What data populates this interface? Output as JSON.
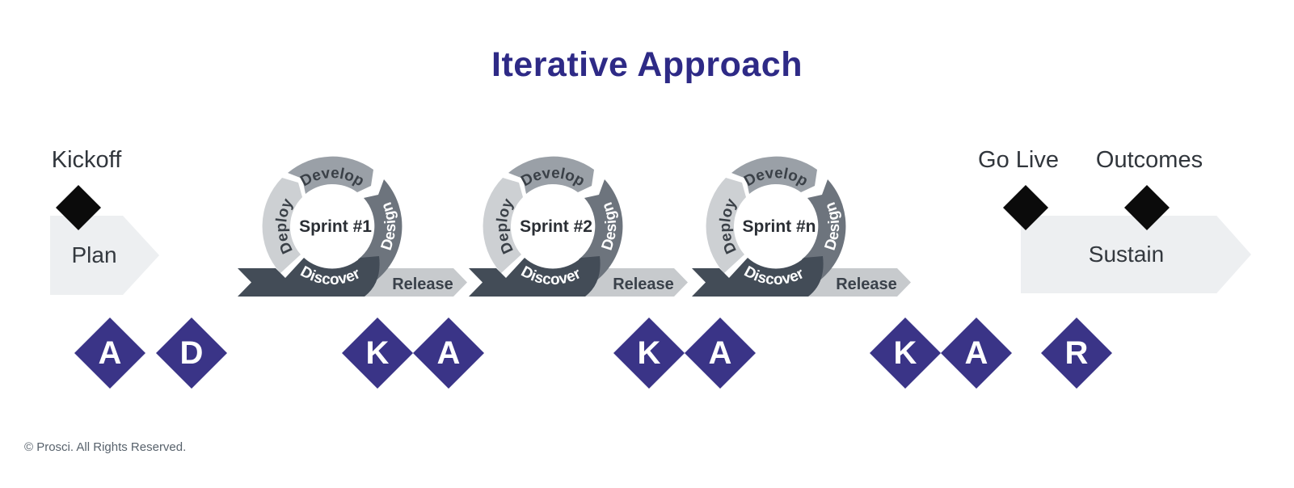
{
  "title": "Iterative Approach",
  "milestones": {
    "kickoff": "Kickoff",
    "go_live": "Go Live",
    "outcomes": "Outcomes"
  },
  "phases": {
    "plan": "Plan",
    "sustain": "Sustain"
  },
  "sprints": [
    {
      "name": "Sprint #1",
      "develop": "Develop",
      "design": "Design",
      "deploy": "Deploy",
      "discover": "Discover",
      "release": "Release"
    },
    {
      "name": "Sprint #2",
      "develop": "Develop",
      "design": "Design",
      "deploy": "Deploy",
      "discover": "Discover",
      "release": "Release"
    },
    {
      "name": "Sprint #n",
      "develop": "Develop",
      "design": "Design",
      "deploy": "Deploy",
      "discover": "Discover",
      "release": "Release"
    }
  ],
  "adkar_letters": [
    "A",
    "D",
    "K",
    "A",
    "K",
    "A",
    "K",
    "A",
    "R"
  ],
  "footer": "© Prosci. All Rights Reserved.",
  "colors": {
    "title": "#2e2a86",
    "adkar_diamond": "#3a3487",
    "milestone_diamond": "#0b0b0b",
    "phase_arrow": "#edeff1",
    "ring_develop": "#9aa0a7",
    "ring_design": "#6d747d",
    "ring_deploy": "#cdd0d3",
    "ring_discover": "#434c57",
    "release_band": "#c7cacd",
    "label_text": "#31363c",
    "footer_text": "#58626c"
  }
}
